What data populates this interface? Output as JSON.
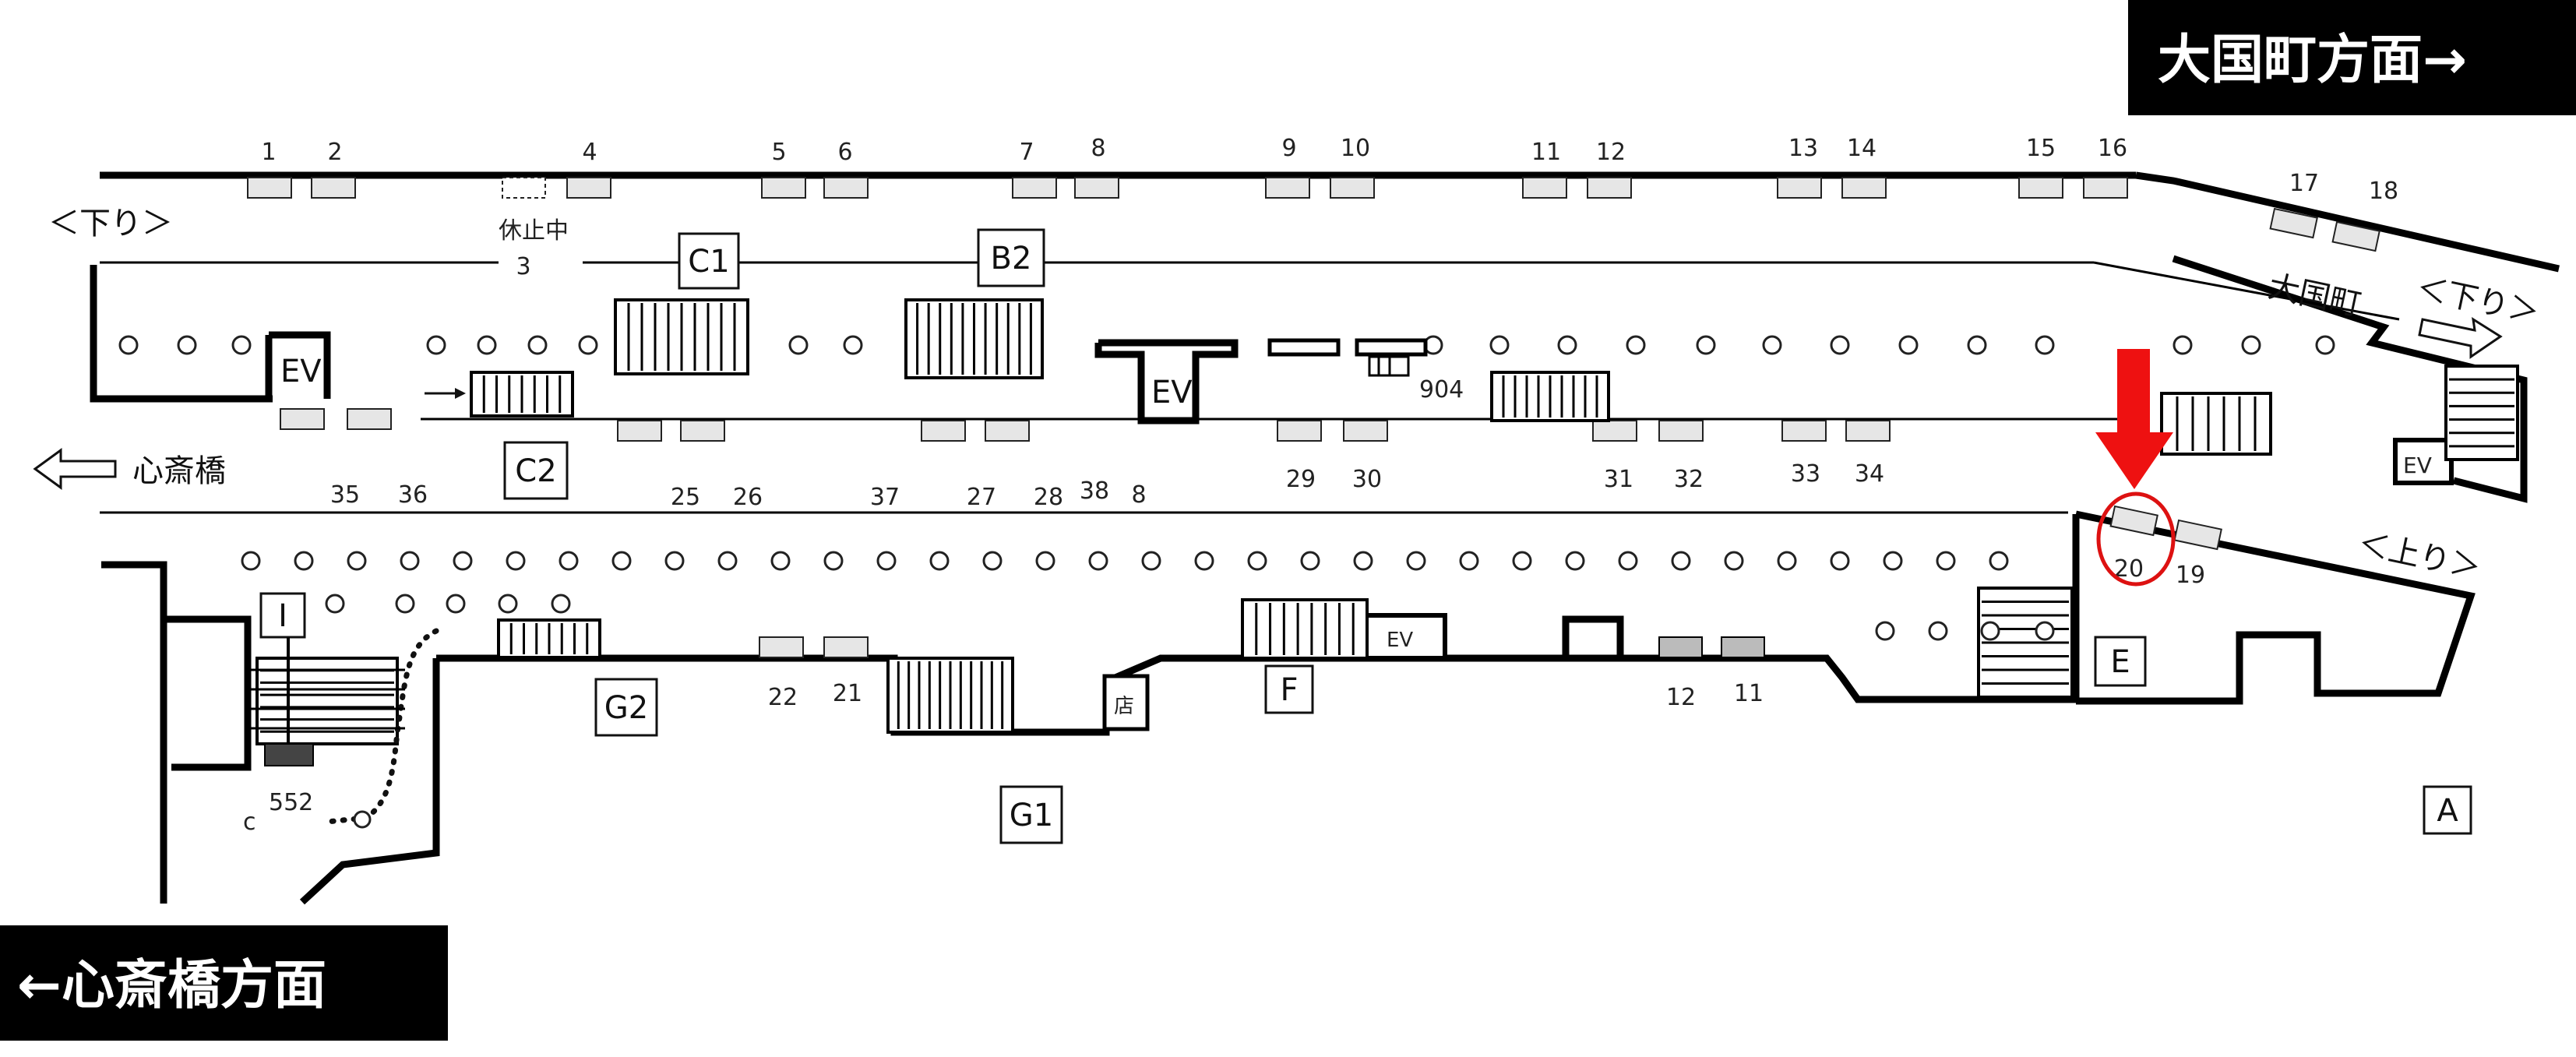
{
  "banners": {
    "top_right": "大国町方面→",
    "bottom_left": "←心斎橋方面"
  },
  "direction_labels": {
    "down_left": "＜下り＞",
    "down_right": "＜下り＞",
    "up_right": "＜上り＞",
    "shinsaibashi": "心斎橋",
    "daikokucho": "大国町",
    "suspended": "休止中"
  },
  "exit_labels": [
    "C1",
    "B2",
    "C2",
    "G2",
    "G1",
    "F",
    "E",
    "A",
    "I"
  ],
  "facility_labels": {
    "elevator": "EV",
    "shop": "店",
    "spot_904": "904",
    "spot_552": "552",
    "spot_c": "c"
  },
  "doors_top": [
    "1",
    "2",
    "4",
    "5",
    "6",
    "7",
    "8",
    "9",
    "10",
    "11",
    "12",
    "13",
    "14",
    "15",
    "16",
    "17",
    "18"
  ],
  "door_top_suspended": "3",
  "doors_middle": [
    "35",
    "36",
    "25",
    "26",
    "37",
    "27",
    "28",
    "38",
    "8",
    "29",
    "30",
    "31",
    "32",
    "33",
    "34"
  ],
  "doors_bottom": [
    "22",
    "21",
    "12",
    "11",
    "20",
    "19"
  ],
  "highlight": {
    "door": "20",
    "marker_color": "#ee1111",
    "circle_color": "#dd1111"
  }
}
